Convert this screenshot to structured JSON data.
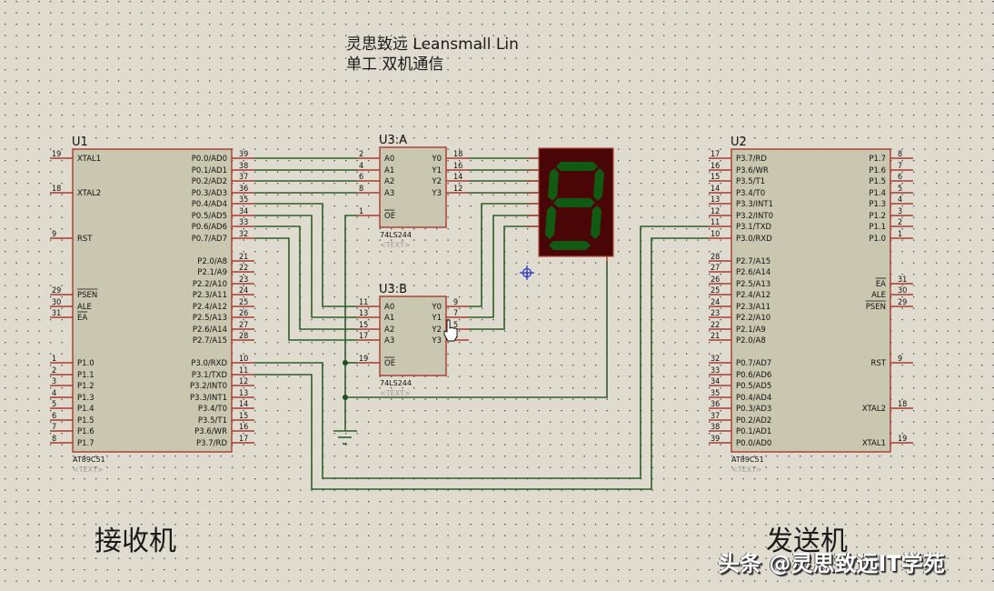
{
  "title": {
    "line1": "灵思致远 Leansmall Lin",
    "line2": "单工 双机通信"
  },
  "labels": {
    "receiver": "接收机",
    "sender": "发送机",
    "watermark": "头条 @灵思致远IT学苑"
  },
  "colors": {
    "background": "#dfdccf",
    "chip_fill": "#c9c7b0",
    "pin": "#a83a2e",
    "wire": "#2e5e2a",
    "display_body": "#4a0606",
    "display_segment": "#105a12",
    "cursor_marker": "#2233cc"
  },
  "components": {
    "u1": {
      "ref": "U1",
      "part": "AT89C51",
      "text_placeholder": "<TEXT>",
      "left_pins": [
        {
          "num": "19",
          "label": "XTAL1"
        },
        {
          "num": "18",
          "label": "XTAL2"
        },
        {
          "num": "9",
          "label": "RST"
        },
        {
          "num": "29",
          "label": "PSEN",
          "overbar": true
        },
        {
          "num": "30",
          "label": "ALE"
        },
        {
          "num": "31",
          "label": "EA",
          "overbar": true
        },
        {
          "num": "1",
          "label": "P1.0"
        },
        {
          "num": "2",
          "label": "P1.1"
        },
        {
          "num": "3",
          "label": "P1.2"
        },
        {
          "num": "4",
          "label": "P1.3"
        },
        {
          "num": "5",
          "label": "P1.4"
        },
        {
          "num": "6",
          "label": "P1.5"
        },
        {
          "num": "7",
          "label": "P1.6"
        },
        {
          "num": "8",
          "label": "P1.7"
        }
      ],
      "right_pins": [
        {
          "num": "39",
          "label": "P0.0/AD0"
        },
        {
          "num": "38",
          "label": "P0.1/AD1"
        },
        {
          "num": "37",
          "label": "P0.2/AD2"
        },
        {
          "num": "36",
          "label": "P0.3/AD3"
        },
        {
          "num": "35",
          "label": "P0.4/AD4"
        },
        {
          "num": "34",
          "label": "P0.5/AD5"
        },
        {
          "num": "33",
          "label": "P0.6/AD6"
        },
        {
          "num": "32",
          "label": "P0.7/AD7"
        },
        {
          "num": "21",
          "label": "P2.0/A8"
        },
        {
          "num": "22",
          "label": "P2.1/A9"
        },
        {
          "num": "23",
          "label": "P2.2/A10"
        },
        {
          "num": "24",
          "label": "P2.3/A11"
        },
        {
          "num": "25",
          "label": "P2.4/A12"
        },
        {
          "num": "26",
          "label": "P2.5/A13"
        },
        {
          "num": "27",
          "label": "P2.6/A14"
        },
        {
          "num": "28",
          "label": "P2.7/A15"
        },
        {
          "num": "10",
          "label": "P3.0/RXD"
        },
        {
          "num": "11",
          "label": "P3.1/TXD"
        },
        {
          "num": "12",
          "label": "P3.2/INT0"
        },
        {
          "num": "13",
          "label": "P3.3/INT1"
        },
        {
          "num": "14",
          "label": "P3.4/T0"
        },
        {
          "num": "15",
          "label": "P3.5/T1"
        },
        {
          "num": "16",
          "label": "P3.6/WR"
        },
        {
          "num": "17",
          "label": "P3.7/RD"
        }
      ]
    },
    "u2": {
      "ref": "U2",
      "part": "AT89C51",
      "text_placeholder": "<TEXT>",
      "left_pins": [
        {
          "num": "17",
          "label": "P3.7/RD"
        },
        {
          "num": "16",
          "label": "P3.6/WR"
        },
        {
          "num": "15",
          "label": "P3.5/T1"
        },
        {
          "num": "14",
          "label": "P3.4/T0"
        },
        {
          "num": "13",
          "label": "P3.3/INT1"
        },
        {
          "num": "12",
          "label": "P3.2/INT0"
        },
        {
          "num": "11",
          "label": "P3.1/TXD"
        },
        {
          "num": "10",
          "label": "P3.0/RXD"
        },
        {
          "num": "28",
          "label": "P2.7/A15"
        },
        {
          "num": "27",
          "label": "P2.6/A14"
        },
        {
          "num": "26",
          "label": "P2.5/A13"
        },
        {
          "num": "25",
          "label": "P2.4/A12"
        },
        {
          "num": "24",
          "label": "P2.3/A11"
        },
        {
          "num": "23",
          "label": "P2.2/A10"
        },
        {
          "num": "22",
          "label": "P2.1/A9"
        },
        {
          "num": "21",
          "label": "P2.0/A8"
        },
        {
          "num": "32",
          "label": "P0.7/AD7"
        },
        {
          "num": "33",
          "label": "P0.6/AD6"
        },
        {
          "num": "34",
          "label": "P0.5/AD5"
        },
        {
          "num": "35",
          "label": "P0.4/AD4"
        },
        {
          "num": "36",
          "label": "P0.3/AD3"
        },
        {
          "num": "37",
          "label": "P0.2/AD2"
        },
        {
          "num": "38",
          "label": "P0.1/AD1"
        },
        {
          "num": "39",
          "label": "P0.0/AD0"
        }
      ],
      "right_pins": [
        {
          "num": "8",
          "label": "P1.7"
        },
        {
          "num": "7",
          "label": "P1.6"
        },
        {
          "num": "6",
          "label": "P1.5"
        },
        {
          "num": "5",
          "label": "P1.4"
        },
        {
          "num": "4",
          "label": "P1.3"
        },
        {
          "num": "3",
          "label": "P1.2"
        },
        {
          "num": "2",
          "label": "P1.1"
        },
        {
          "num": "1",
          "label": "P1.0"
        },
        {
          "num": "31",
          "label": "EA",
          "overbar": true
        },
        {
          "num": "30",
          "label": "ALE"
        },
        {
          "num": "29",
          "label": "PSEN",
          "overbar": true
        },
        {
          "num": "9",
          "label": "RST"
        },
        {
          "num": "18",
          "label": "XTAL2"
        },
        {
          "num": "19",
          "label": "XTAL1"
        }
      ]
    },
    "u3a": {
      "ref": "U3:A",
      "part": "74LS244",
      "text_placeholder": "<TEXT>",
      "left_pins": [
        {
          "num": "2",
          "label": "A0"
        },
        {
          "num": "4",
          "label": "A1"
        },
        {
          "num": "6",
          "label": "A2"
        },
        {
          "num": "8",
          "label": "A3"
        },
        {
          "num": "1",
          "label": "OE",
          "overbar": true
        }
      ],
      "right_pins": [
        {
          "num": "18",
          "label": "Y0"
        },
        {
          "num": "16",
          "label": "Y1"
        },
        {
          "num": "14",
          "label": "Y2"
        },
        {
          "num": "12",
          "label": "Y3"
        }
      ]
    },
    "u3b": {
      "ref": "U3:B",
      "part": "74LS244",
      "text_placeholder": "<TEXT>",
      "left_pins": [
        {
          "num": "11",
          "label": "A0"
        },
        {
          "num": "13",
          "label": "A1"
        },
        {
          "num": "15",
          "label": "A2"
        },
        {
          "num": "17",
          "label": "A3"
        },
        {
          "num": "19",
          "label": "OE",
          "overbar": true
        }
      ],
      "right_pins": [
        {
          "num": "9",
          "label": "Y0"
        },
        {
          "num": "7",
          "label": "Y1"
        },
        {
          "num": "5",
          "label": "Y2"
        },
        {
          "num": "3",
          "label": "Y3"
        }
      ]
    },
    "display": {
      "type": "7-segment",
      "shown_digit": "8"
    }
  }
}
